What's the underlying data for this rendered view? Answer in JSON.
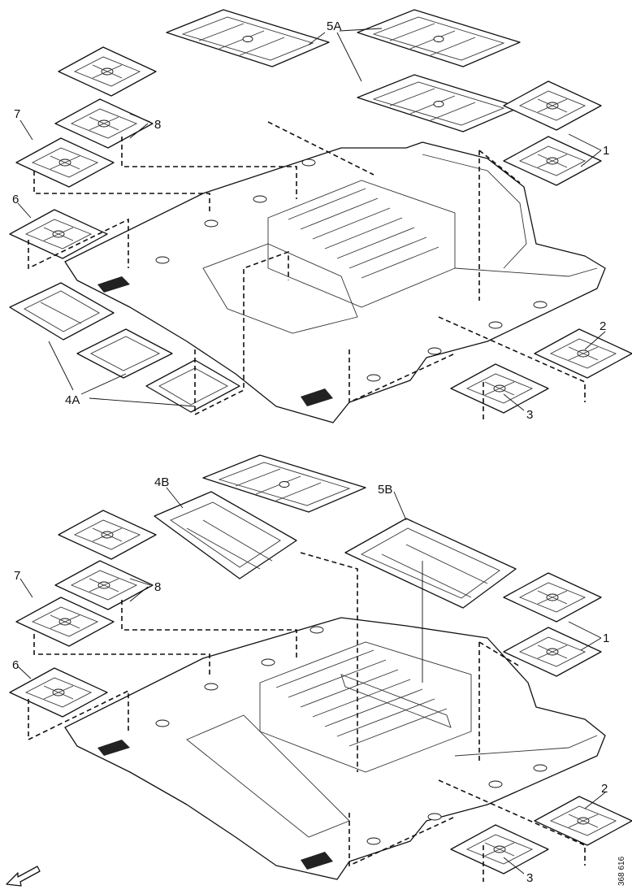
{
  "diagram": {
    "top_view": {
      "callouts": [
        "5A",
        "8",
        "7",
        "1",
        "6",
        "2",
        "4A",
        "3"
      ]
    },
    "bottom_view": {
      "callouts": [
        "4B",
        "5B",
        "7",
        "8",
        "1",
        "6",
        "2",
        "3"
      ]
    },
    "reference_code": "368 616",
    "direction_arrow_icon": "front-arrow-icon"
  }
}
